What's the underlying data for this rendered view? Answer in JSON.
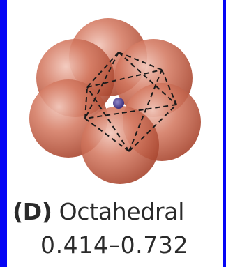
{
  "figure": {
    "label": "(D)",
    "geometry": "Octahedral",
    "radius_ratio_range": "0.414–0.732"
  },
  "colors": {
    "background": "#0505f5",
    "panel": "#ffffff",
    "sphere": "#c8553d",
    "center_ion": "#5a4a9a",
    "edges": "#1a1a1a"
  }
}
